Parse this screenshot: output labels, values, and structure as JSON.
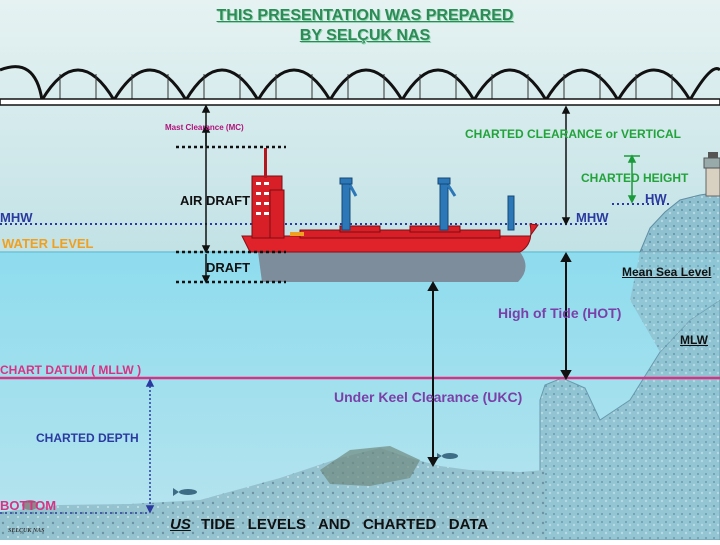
{
  "header": {
    "line1": "THIS PRESENTATION WAS PREPARED",
    "line2": "BY SELÇUK NAS"
  },
  "labels": {
    "mast_clearance": "Mast Clearance (MC)",
    "charted_clearance": "CHARTED CLEARANCE or VERTICAL",
    "charted_height": "CHARTED HEIGHT",
    "hw": "HW",
    "air_draft": "AIR DRAFT",
    "mhw_left": "MHW",
    "mhw_right": "MHW",
    "water_level": "WATER LEVEL",
    "draft": "DRAFT",
    "mean_sea_level": "Mean Sea Level",
    "hot": "High of Tide (HOT)",
    "mlw": "MLW",
    "chart_datum": "CHART DATUM ( MLLW )",
    "ukc": "Under Keel Clearance (UKC)",
    "charted_depth": "CHARTED DEPTH",
    "bottom": "BOTTOM",
    "signature": "SELÇUK NAS"
  },
  "footer": {
    "us": "US",
    "rest": "TIDE   LEVELS   AND   CHARTED   DATA"
  },
  "colors": {
    "sky": "#c9e4e6",
    "sea": "#8fd8ea",
    "hull": "#e0222a",
    "chart_datum": "#d63384",
    "mhw_line": "#2a3aa0",
    "title": "#2e8b57"
  }
}
